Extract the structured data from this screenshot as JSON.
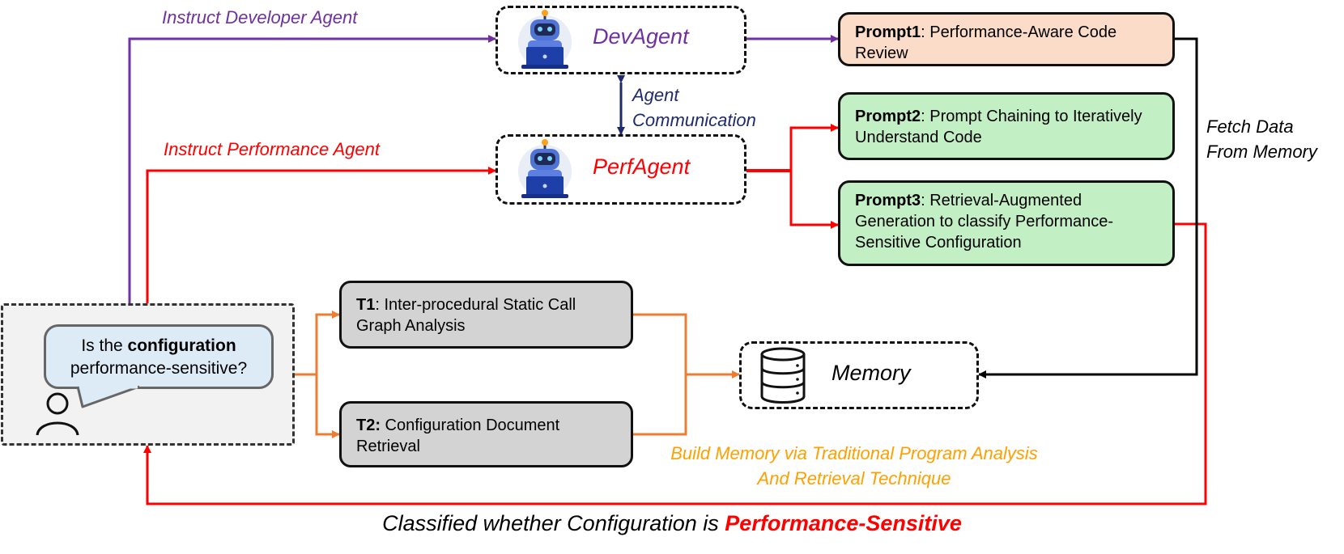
{
  "colors": {
    "developer": "#7030a0",
    "performance": "#ff0000",
    "communication": "#1f2a6b",
    "tools": "#ed7d31",
    "memory_caption": "#ffa000",
    "prompt1_fill": "#fadcc8",
    "prompt_green_fill": "#c3efc5",
    "tool_fill": "#d3d3d3",
    "user_panel_fill": "#f2f2f2",
    "speech_fill": "#ddebf7"
  },
  "labels": {
    "instruct_developer": "Instruct Developer Agent",
    "instruct_performance": "Instruct Performance Agent",
    "agent_comm_line1": "Agent",
    "agent_comm_line2": "Communication",
    "fetch_line1": "Fetch Data",
    "fetch_line2": "From Memory",
    "build_line1": "Build Memory via Traditional Program Analysis",
    "build_line2": "And Retrieval Technique",
    "classified_prefix": "Classified whether Configuration is ",
    "classified_emphasis": "Performance-Sensitive"
  },
  "agents": {
    "dev": {
      "name": "DevAgent",
      "icon": "robot-laptop-icon"
    },
    "perf": {
      "name": "PerfAgent",
      "icon": "robot-laptop-icon"
    }
  },
  "prompts": [
    {
      "tag": "Prompt1",
      "text": ": Performance-Aware Code Review"
    },
    {
      "tag": "Prompt2",
      "text": ": Prompt Chaining  to Iteratively Understand Code"
    },
    {
      "tag": "Prompt3",
      "text": ": Retrieval-Augmented Generation to classify Performance-Sensitive Configuration"
    }
  ],
  "tools": [
    {
      "tag": "T1",
      "text": ": Inter-procedural Static Call Graph Analysis"
    },
    {
      "tag": "T2:",
      "text": " Configuration Document Retrieval"
    }
  ],
  "memory": {
    "label": "Memory",
    "icon": "database-icon"
  },
  "user": {
    "question_prefix": "Is the ",
    "question_bold": "configuration",
    "question_suffix": "performance-sensitive?",
    "icon": "person-icon"
  }
}
